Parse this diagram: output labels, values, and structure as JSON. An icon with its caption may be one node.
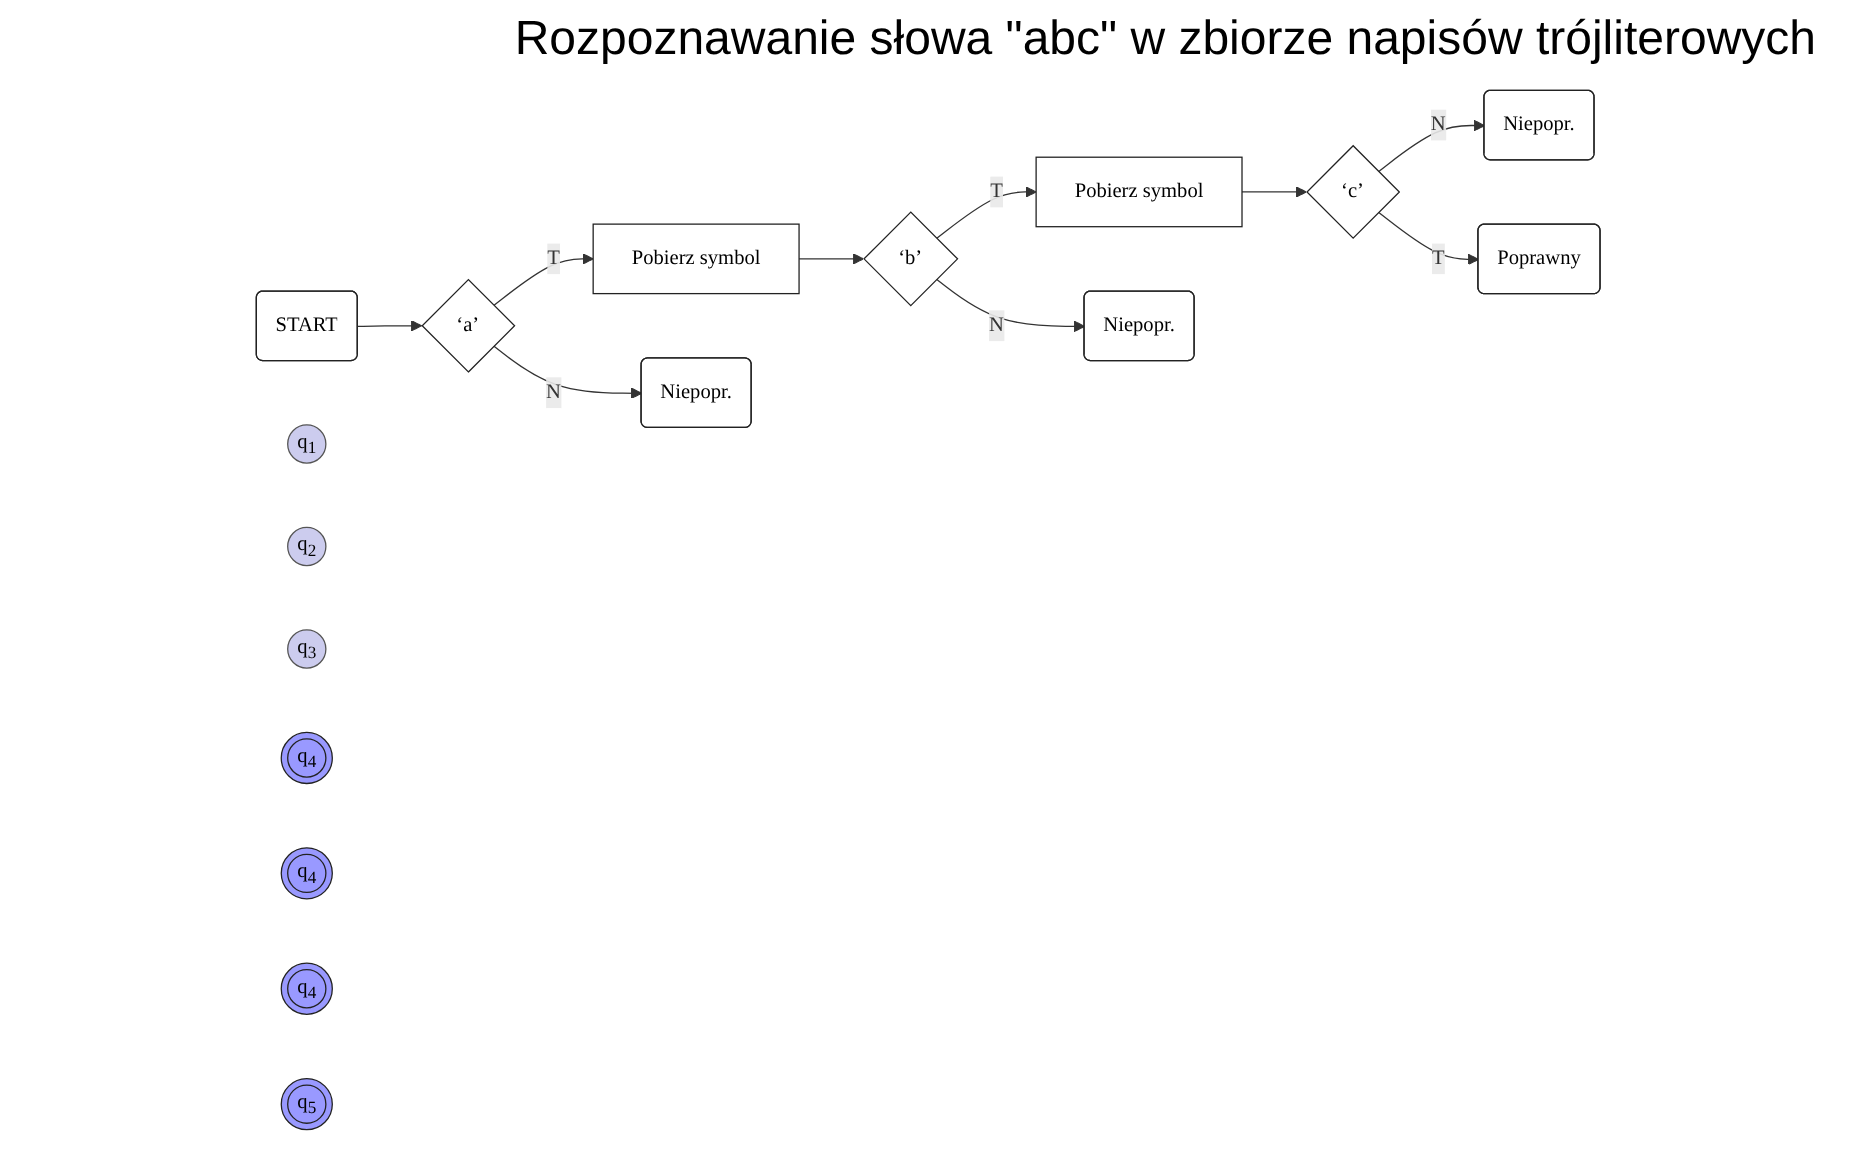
{
  "diagram": {
    "title": "Rozpoznawanie słowa \"abc\" w zbiorze napisów trójliterowych",
    "nodes": [
      {
        "text": [
          "START"
        ]
      },
      {
        "text": [
          "‘a’"
        ]
      },
      {
        "text": [
          "q$_{1}$"
        ]
      },
      {
        "text": [
          "Pobierz symbol"
        ]
      },
      {
        "text": [
          "q$_{2}$"
        ]
      },
      {
        "text": [
          "‘b’"
        ]
      },
      {
        "text": [
          "Pobierz symbol"
        ]
      },
      {
        "text": [
          "q$_{3}$"
        ]
      },
      {
        "text": [
          "Niepopr."
        ]
      },
      {
        "text": [
          "q$_{4}$"
        ]
      },
      {
        "text": [
          "‘c’"
        ]
      },
      {
        "text": [
          "Niepopr."
        ]
      },
      {
        "text": [
          "q$_{4}$"
        ]
      },
      {
        "text": [
          "Niepopr."
        ]
      },
      {
        "text": [
          "Poprawny"
        ]
      },
      {
        "text": [
          "q$_{4}$"
        ]
      },
      {
        "text": [
          "q$_{5}$"
        ]
      }
    ],
    "edges": [
      {
        "from": 0,
        "to": 1,
        "arrow": "to"
      },
      {
        "from": 1,
        "to": 3,
        "arrow": "to",
        "label": "T"
      },
      {
        "from": 1,
        "to": 8,
        "arrow": "to",
        "label": "N"
      },
      {
        "from": 3,
        "to": 5,
        "arrow": "to"
      },
      {
        "from": 5,
        "to": 6,
        "arrow": "to",
        "label": "T"
      },
      {
        "from": 5,
        "to": 11,
        "arrow": "to",
        "label": "N"
      },
      {
        "from": 6,
        "to": 10,
        "arrow": "to"
      },
      {
        "from": 10,
        "to": 13,
        "arrow": "to",
        "label": "N"
      },
      {
        "from": 10,
        "to": 14,
        "arrow": "to",
        "label": "T"
      }
    ]
  }
}
